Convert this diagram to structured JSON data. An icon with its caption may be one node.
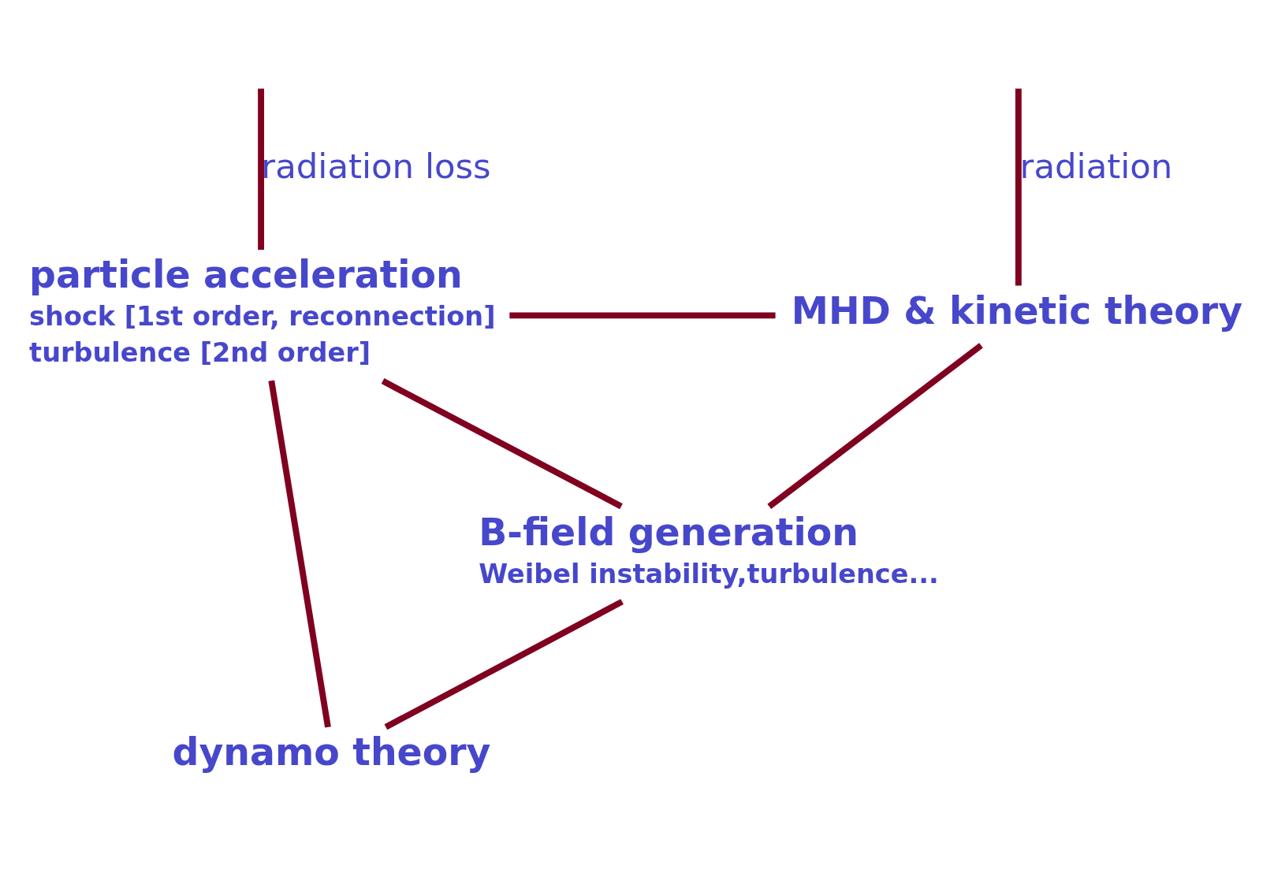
{
  "diagram": {
    "nodes": [
      {
        "text": [
          "particle acceleration",
          "shock [1st order, reconnection]",
          "turbulence [2nd order]"
        ]
      },
      {
        "text": [
          "MHD & kinetic theory"
        ]
      },
      {
        "text": [
          "B-field generation",
          "Weibel instability,turbulence..."
        ]
      },
      {
        "text": [
          "dynamo theory"
        ]
      }
    ],
    "edges": [
      {
        "from": null,
        "to": 0,
        "arrow": "none",
        "label": "radiation loss"
      },
      {
        "from": null,
        "to": 1,
        "arrow": "none",
        "label": "radiation"
      },
      {
        "from": 0,
        "to": 1,
        "arrow": "none"
      },
      {
        "from": 1,
        "to": 2,
        "arrow": "none"
      },
      {
        "from": 0,
        "to": 2,
        "arrow": "none"
      },
      {
        "from": 0,
        "to": 3,
        "arrow": "none"
      },
      {
        "from": 2,
        "to": 3,
        "arrow": "none"
      }
    ]
  }
}
